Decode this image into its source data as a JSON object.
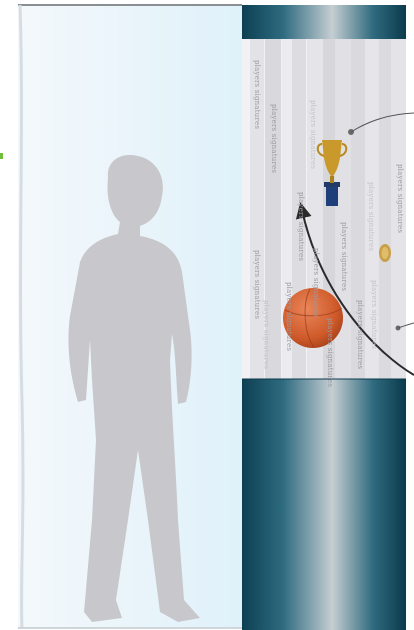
{
  "strip_labels": [
    "players signatures",
    "players signatures",
    "players signatures",
    "players signatures",
    "players signatures",
    "players signatures",
    "players signatures",
    "players signatures",
    "players signatures",
    "players signatures",
    "players signatures",
    "players signatures",
    "players signatures",
    "players signatures"
  ],
  "colors": {
    "wall_light": "#e6f3fb",
    "wall_edge": "#d7e4ec",
    "silhouette": "#c8c8cc",
    "column_dark": "#0f4458",
    "column_light": "#c4cdd1",
    "arrow": "#2a2a2a",
    "accent_green": "#6fbf3a",
    "ball": "#d2622f",
    "trophy": "#b88a1e"
  },
  "icons": [
    "person-silhouette",
    "trophy-icon",
    "basketball-icon",
    "medal-icon"
  ]
}
